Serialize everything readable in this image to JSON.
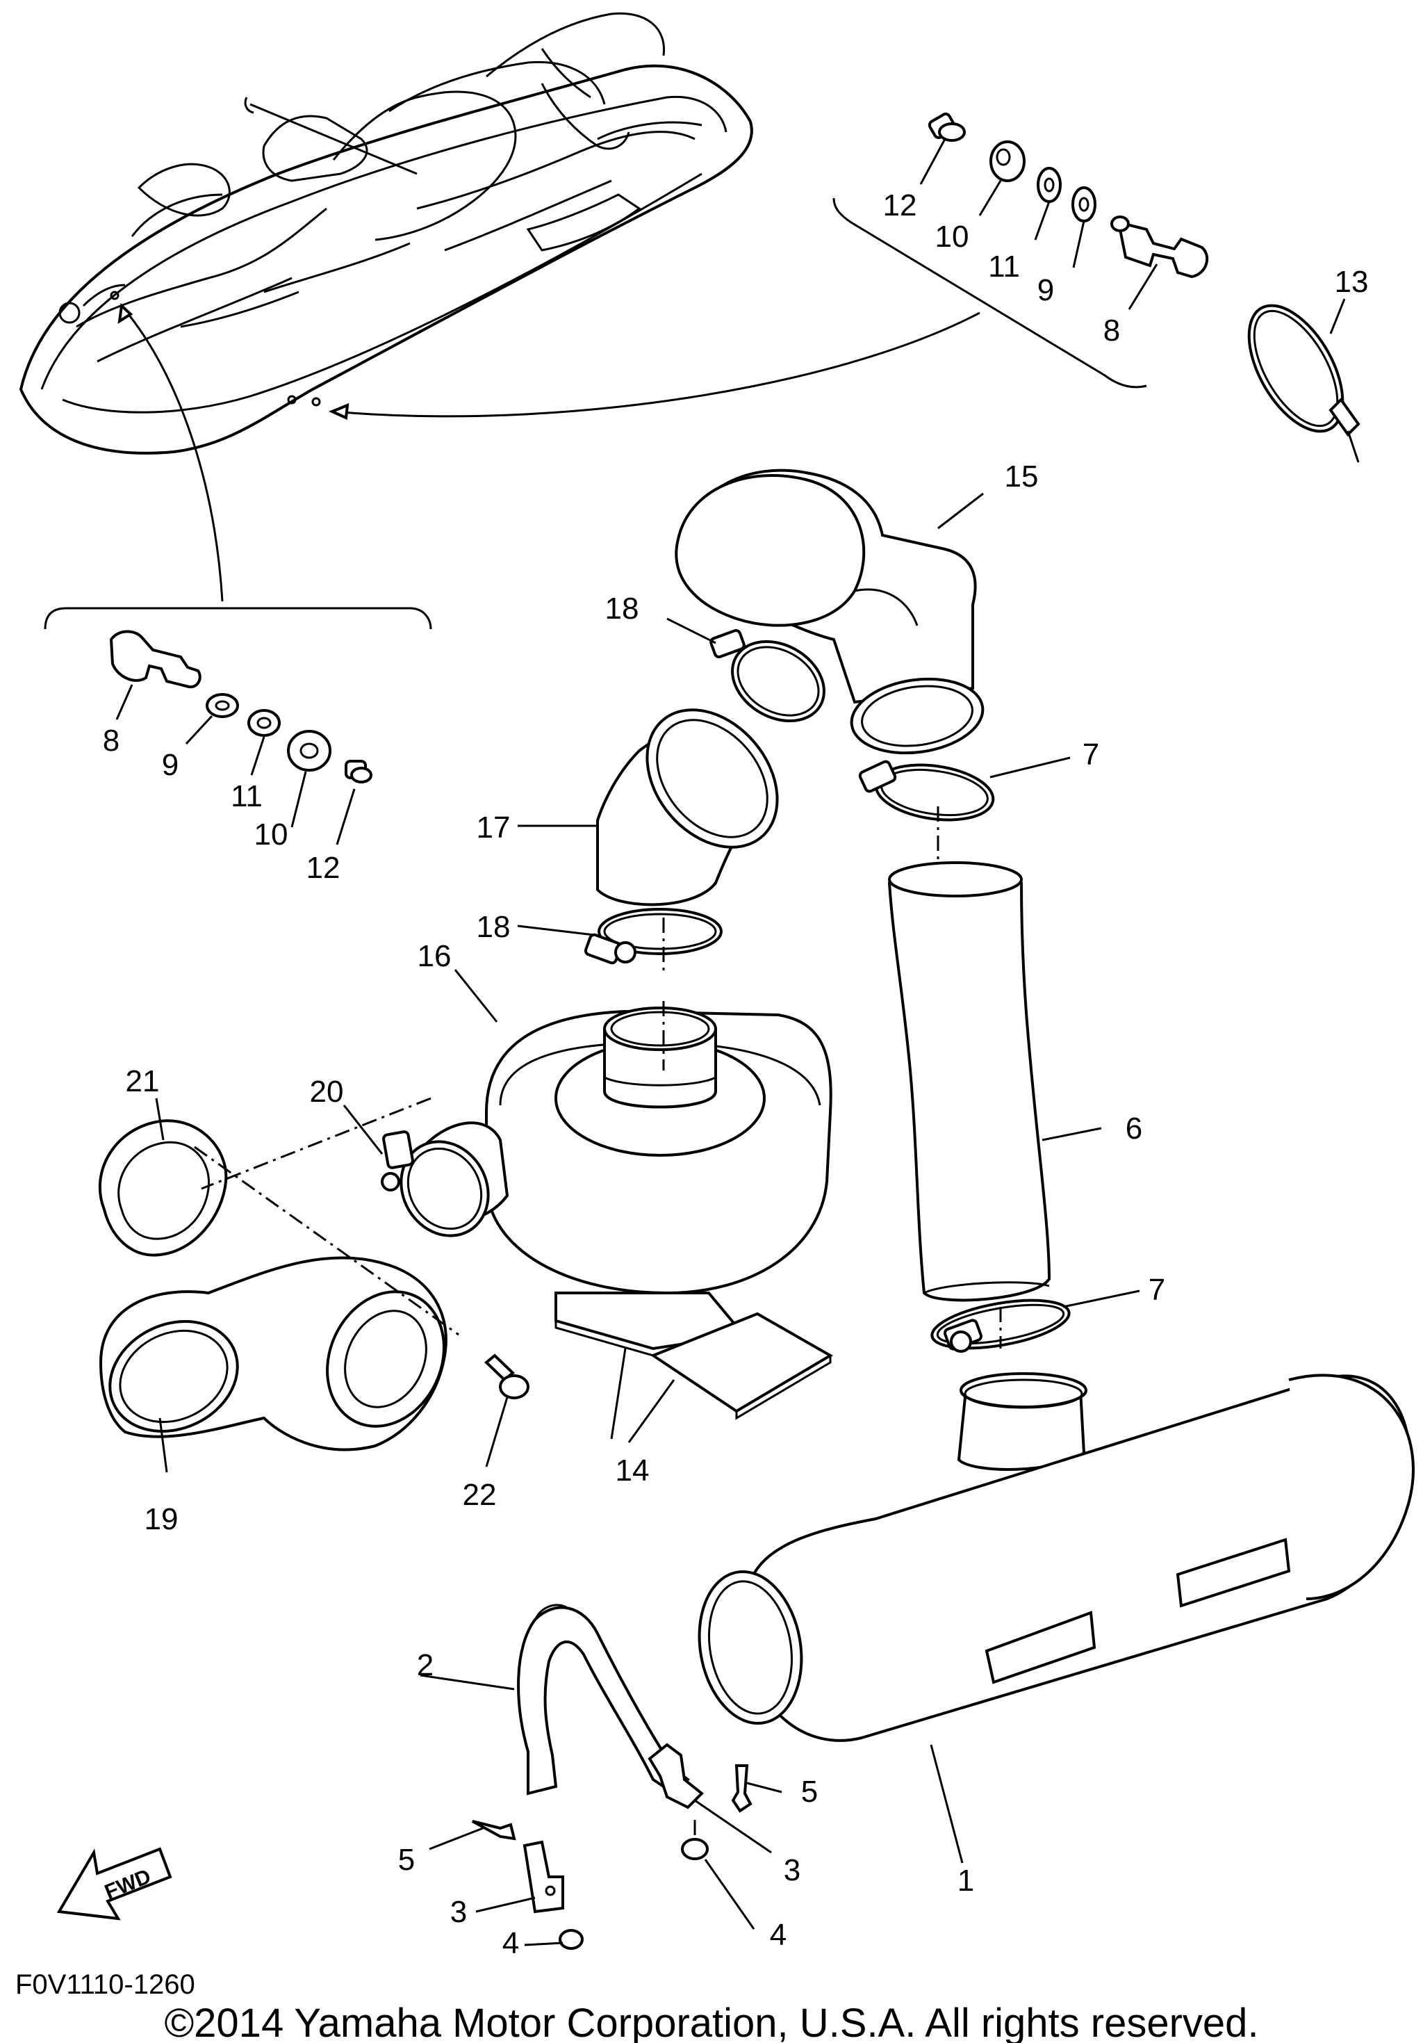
{
  "reference_code": "F0V1110-1260",
  "copyright": "©2014 Yamaha Motor Corporation, U.S.A. All rights reserved.",
  "fwd_label": "FWD",
  "callouts": [
    {
      "id": "c1",
      "label": "1"
    },
    {
      "id": "c2",
      "label": "2"
    },
    {
      "id": "c3a",
      "label": "3"
    },
    {
      "id": "c3b",
      "label": "3"
    },
    {
      "id": "c4a",
      "label": "4"
    },
    {
      "id": "c4b",
      "label": "4"
    },
    {
      "id": "c5a",
      "label": "5"
    },
    {
      "id": "c5b",
      "label": "5"
    },
    {
      "id": "c6",
      "label": "6"
    },
    {
      "id": "c7a",
      "label": "7"
    },
    {
      "id": "c7b",
      "label": "7"
    },
    {
      "id": "c8a",
      "label": "8"
    },
    {
      "id": "c8b",
      "label": "8"
    },
    {
      "id": "c9a",
      "label": "9"
    },
    {
      "id": "c9b",
      "label": "9"
    },
    {
      "id": "c10a",
      "label": "10"
    },
    {
      "id": "c10b",
      "label": "10"
    },
    {
      "id": "c11a",
      "label": "11"
    },
    {
      "id": "c11b",
      "label": "11"
    },
    {
      "id": "c12a",
      "label": "12"
    },
    {
      "id": "c12b",
      "label": "12"
    },
    {
      "id": "c13",
      "label": "13"
    },
    {
      "id": "c14",
      "label": "14"
    },
    {
      "id": "c15",
      "label": "15"
    },
    {
      "id": "c16",
      "label": "16"
    },
    {
      "id": "c17",
      "label": "17"
    },
    {
      "id": "c18a",
      "label": "18"
    },
    {
      "id": "c18b",
      "label": "18"
    },
    {
      "id": "c19",
      "label": "19"
    },
    {
      "id": "c20",
      "label": "20"
    },
    {
      "id": "c21",
      "label": "21"
    },
    {
      "id": "c22",
      "label": "22"
    }
  ]
}
